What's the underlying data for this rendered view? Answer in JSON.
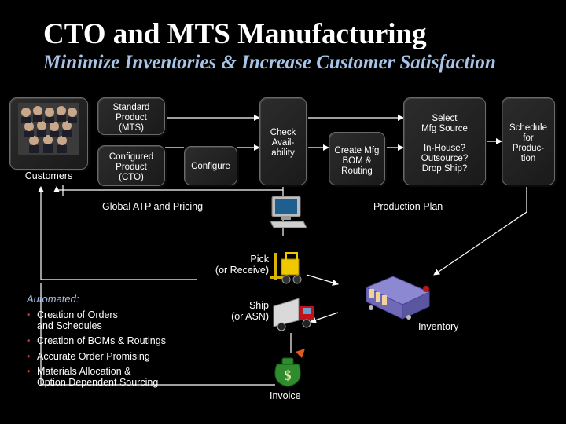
{
  "slide": {
    "title": "CTO and MTS Manufacturing",
    "subtitle": "Minimize Inventories & Increase Customer Satisfaction"
  },
  "nodes": {
    "customers": "Customers",
    "standard_product": "Standard\nProduct\n(MTS)",
    "configured_product": "Configured\nProduct\n(CTO)",
    "configure": "Configure",
    "check_availability": "Check\nAvail-\nability",
    "create_mfg_bom": "Create Mfg\nBOM &\nRouting",
    "select_mfg_source": "Select\nMfg Source",
    "in_house": "In-House?\nOutsource?\nDrop Ship?",
    "schedule": "Schedule\nfor\nProduc-\ntion"
  },
  "labels": {
    "global_atp": "Global ATP and Pricing",
    "production_plan": "Production Plan",
    "pick": "Pick\n(or Receive)",
    "ship": "Ship\n(or ASN)",
    "inventory": "Inventory",
    "invoice": "Invoice"
  },
  "automated": {
    "heading": "Automated:",
    "items": [
      "Creation of Orders\nand Schedules",
      "Creation of BOMs & Routings",
      "Accurate Order Promising",
      "Materials Allocation &\nOption Dependent Sourcing"
    ]
  },
  "icons": {
    "customers_photo": "people-group-photo",
    "computer": "computer-icon",
    "forklift": "forklift-icon",
    "truck": "truck-icon",
    "money_bag": "money-bag-icon",
    "inventory_rack": "inventory-rack-icon"
  }
}
